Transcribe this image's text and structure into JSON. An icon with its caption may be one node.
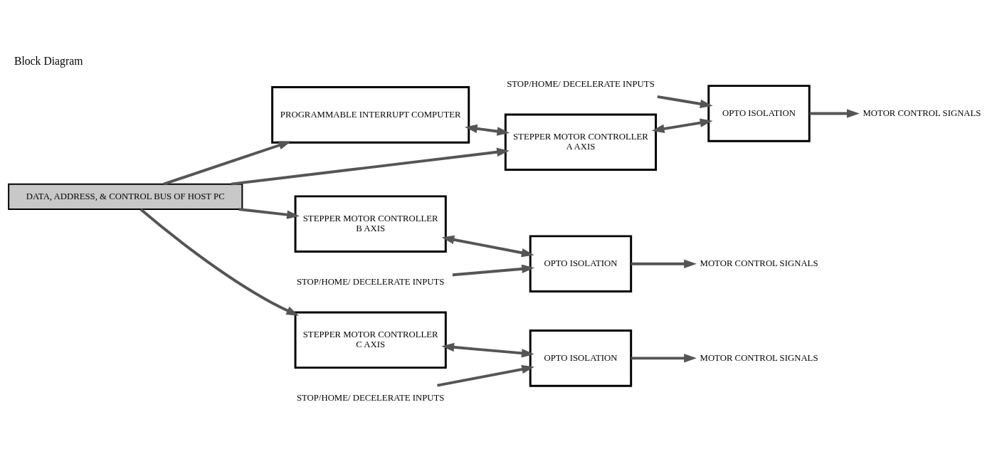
{
  "diagram": {
    "title": "Block Diagram",
    "nodes": [
      {
        "text": [
          "PROGRAMMABLE INTERRUPT COMPUTER"
        ]
      },
      {
        "text": [
          "STEPPER MOTOR CONTROLLER",
          "A AXIS"
        ]
      },
      {
        "text": [
          "OPTO ISOLATION"
        ]
      },
      {
        "text": [
          "STOP/HOME/ DECELERATE INPUTS"
        ]
      },
      {
        "text": [
          "MOTOR CONTROL SIGNALS"
        ]
      },
      {
        "text": [
          "STEPPER MOTOR CONTROLLER",
          "B AXIS"
        ]
      },
      {
        "text": [
          "OPTO ISOLATION"
        ]
      },
      {
        "text": [
          "STOP/HOME/ DECELERATE INPUTS"
        ]
      },
      {
        "text": [
          "MOTOR CONTROL SIGNALS"
        ]
      },
      {
        "text": [
          "STEPPER MOTOR CONTROLLER",
          "C AXIS"
        ]
      },
      {
        "text": [
          "OPTO ISOLATION"
        ]
      },
      {
        "text": [
          "STOP/HOME/ DECELERATE INPUTS"
        ]
      },
      {
        "text": [
          "MOTOR CONTROL SIGNALS"
        ]
      },
      {
        "text": [
          "DATA, ADDRESS, & CONTROL BUS OF HOST PC"
        ]
      }
    ],
    "edges": [
      {
        "from": 0,
        "to": 1,
        "arrow": "both"
      },
      {
        "from": 13,
        "to": 0,
        "arrow": "to"
      },
      {
        "from": 13,
        "to": 1,
        "arrow": "to"
      },
      {
        "from": 13,
        "to": 5,
        "arrow": "to"
      },
      {
        "from": 13,
        "to": 9,
        "arrow": "to"
      },
      {
        "from": 1,
        "to": 2,
        "arrow": "both"
      },
      {
        "from": 3,
        "to": 2,
        "arrow": "to"
      },
      {
        "from": 2,
        "to": 4,
        "arrow": "to"
      },
      {
        "from": 5,
        "to": 6,
        "arrow": "both"
      },
      {
        "from": 7,
        "to": 6,
        "arrow": "to"
      },
      {
        "from": 6,
        "to": 8,
        "arrow": "to"
      },
      {
        "from": 9,
        "to": 10,
        "arrow": "both"
      },
      {
        "from": 11,
        "to": 10,
        "arrow": "to"
      },
      {
        "from": 10,
        "to": 12,
        "arrow": "to"
      }
    ]
  }
}
